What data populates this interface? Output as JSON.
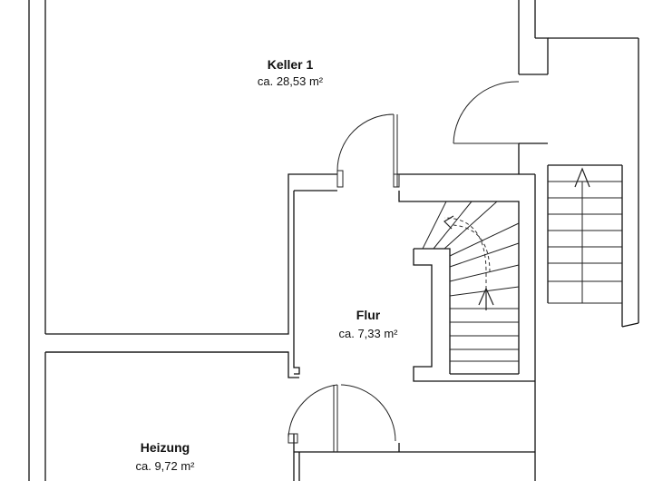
{
  "rooms": [
    {
      "name": "Keller 1",
      "area": "ca. 28,53 m²"
    },
    {
      "name": "Flur",
      "area": "ca. 7,33 m²"
    },
    {
      "name": "Heizung",
      "area": "ca. 9,72 m²"
    }
  ]
}
